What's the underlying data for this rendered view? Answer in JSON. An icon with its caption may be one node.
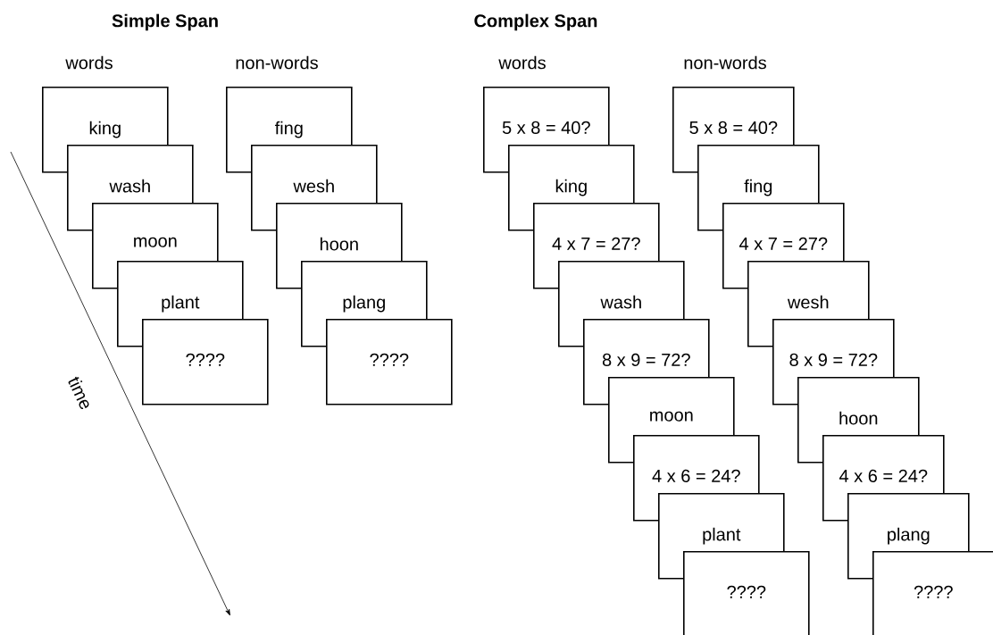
{
  "diagram": {
    "nodes": [
      {
        "text": [
          "king"
        ]
      },
      {
        "text": [
          "wash"
        ]
      },
      {
        "text": [
          "moon"
        ]
      },
      {
        "text": [
          "plant"
        ]
      },
      {
        "text": [
          "????"
        ]
      },
      {
        "text": [
          "fing"
        ]
      },
      {
        "text": [
          "wesh"
        ]
      },
      {
        "text": [
          "hoon"
        ]
      },
      {
        "text": [
          "plang"
        ]
      },
      {
        "text": [
          "????"
        ]
      },
      {
        "text": [
          "5 x 8 = 40?"
        ]
      },
      {
        "text": [
          "king"
        ]
      },
      {
        "text": [
          "4 x 7 = 27?"
        ]
      },
      {
        "text": [
          "wash"
        ]
      },
      {
        "text": [
          "8 x 9 = 72?"
        ]
      },
      {
        "text": [
          "moon"
        ]
      },
      {
        "text": [
          "4 x 6 = 24?"
        ]
      },
      {
        "text": [
          "plant"
        ]
      },
      {
        "text": [
          "????"
        ]
      },
      {
        "text": [
          "5 x 8 = 40?"
        ]
      },
      {
        "text": [
          "fing"
        ]
      },
      {
        "text": [
          "4 x 7 = 27?"
        ]
      },
      {
        "text": [
          "wesh"
        ]
      },
      {
        "text": [
          "8 x 9 = 72?"
        ]
      },
      {
        "text": [
          "hoon"
        ]
      },
      {
        "text": [
          "4 x 6 = 24?"
        ]
      },
      {
        "text": [
          "plang"
        ]
      },
      {
        "text": [
          "????"
        ]
      }
    ],
    "labels": [
      "Simple Span",
      "Complex Span",
      "words",
      "non-words",
      "words",
      "non-words",
      "time"
    ]
  }
}
